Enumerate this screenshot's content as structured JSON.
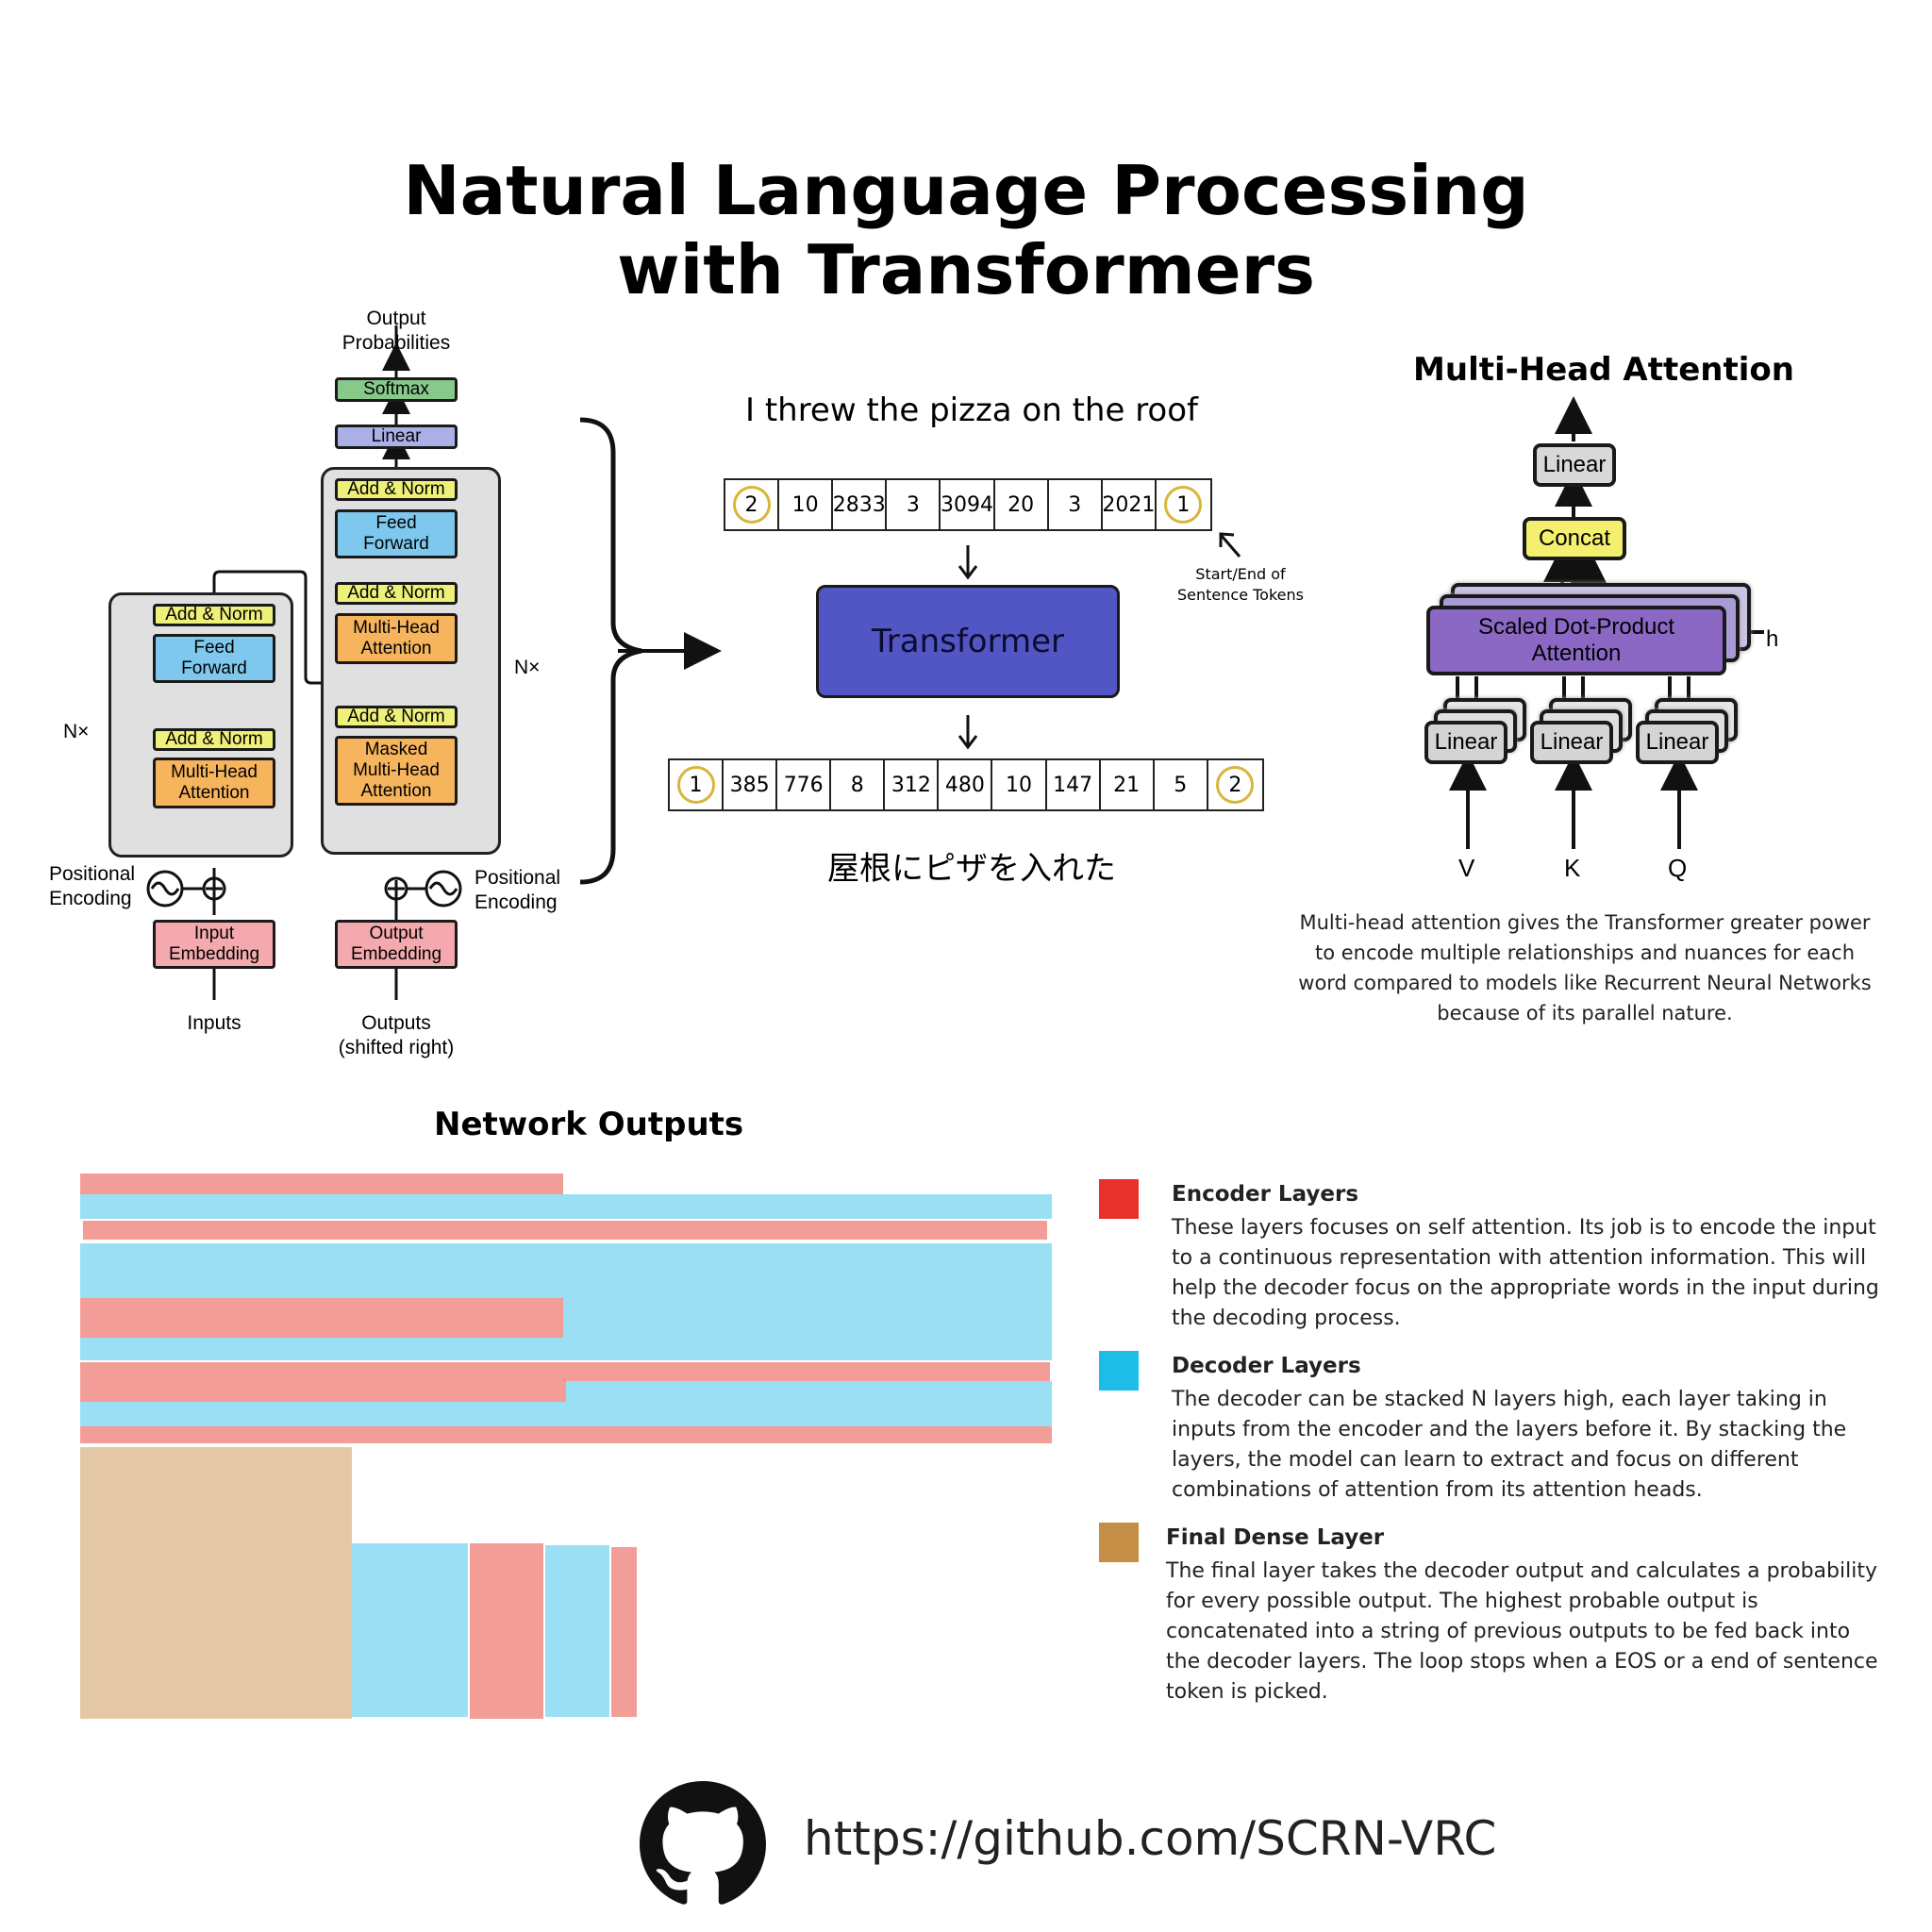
{
  "title": {
    "line1": "Natural Language Processing",
    "line2": "with Transformers"
  },
  "architecture": {
    "output_probabilities": "Output\nProbabilities",
    "softmax": "Softmax",
    "linear": "Linear",
    "add_norm": "Add & Norm",
    "feed_forward": "Feed\nForward",
    "multi_head_attention": "Multi-Head\nAttention",
    "masked_multi_head_attention": "Masked\nMulti-Head\nAttention",
    "nx": "N×",
    "positional_encoding": "Positional\nEncoding",
    "input_embedding": "Input\nEmbedding",
    "output_embedding": "Output\nEmbedding",
    "inputs": "Inputs",
    "outputs": "Outputs\n(shifted right)"
  },
  "translation": {
    "source_sentence": "I threw the pizza on the roof",
    "input_tokens": [
      "2",
      "10",
      "2833",
      "3",
      "3094",
      "20",
      "3",
      "2021",
      "1"
    ],
    "start_end_note": "Start/End of\nSentence Tokens",
    "transformer_label": "Transformer",
    "output_tokens": [
      "1",
      "385",
      "776",
      "8",
      "312",
      "480",
      "10",
      "147",
      "21",
      "5",
      "2"
    ],
    "target_sentence": "屋根にピザを入れた"
  },
  "multi_head": {
    "heading": "Multi-Head Attention",
    "linear_top": "Linear",
    "concat": "Concat",
    "sdpa": "Scaled Dot-Product\nAttention",
    "h": "h",
    "linear_v": "Linear",
    "linear_k": "Linear",
    "linear_q": "Linear",
    "v": "V",
    "k": "K",
    "q": "Q",
    "description": "Multi-head attention gives the Transformer greater power to encode multiple relationships and nuances for each word compared to models like Recurrent Neural Networks because of its parallel nature."
  },
  "network_outputs": {
    "heading": "Network Outputs",
    "legend": [
      {
        "title": "Encoder Layers",
        "color": "#e8312a",
        "text": "These layers focuses on self attention. Its job is to encode the input to a continuous representation with attention information. This will help the decoder focus on the appropriate words in the input during the decoding process."
      },
      {
        "title": "Decoder Layers",
        "color": "#1ebde8",
        "text": "The decoder can be stacked N layers high, each layer taking in inputs from the encoder and the layers before it. By stacking the layers, the model can learn to extract and focus on different combinations of attention from its attention heads."
      },
      {
        "title": "Final Dense Layer",
        "color": "#c68f47",
        "text": "The final layer takes the decoder output and calculates a probability for every possible output. The highest probable output is concatenated into a string of previous outputs to be fed back into the decoder layers. The loop stops when a EOS or a end of sentence token is picked."
      }
    ],
    "bar_colors": {
      "encoder": "#f29d98",
      "decoder": "#9adff3",
      "dense": "#e4c8a6"
    }
  },
  "footer": {
    "url": "https://github.com/SCRN-VRC",
    "logo": "github-icon"
  }
}
